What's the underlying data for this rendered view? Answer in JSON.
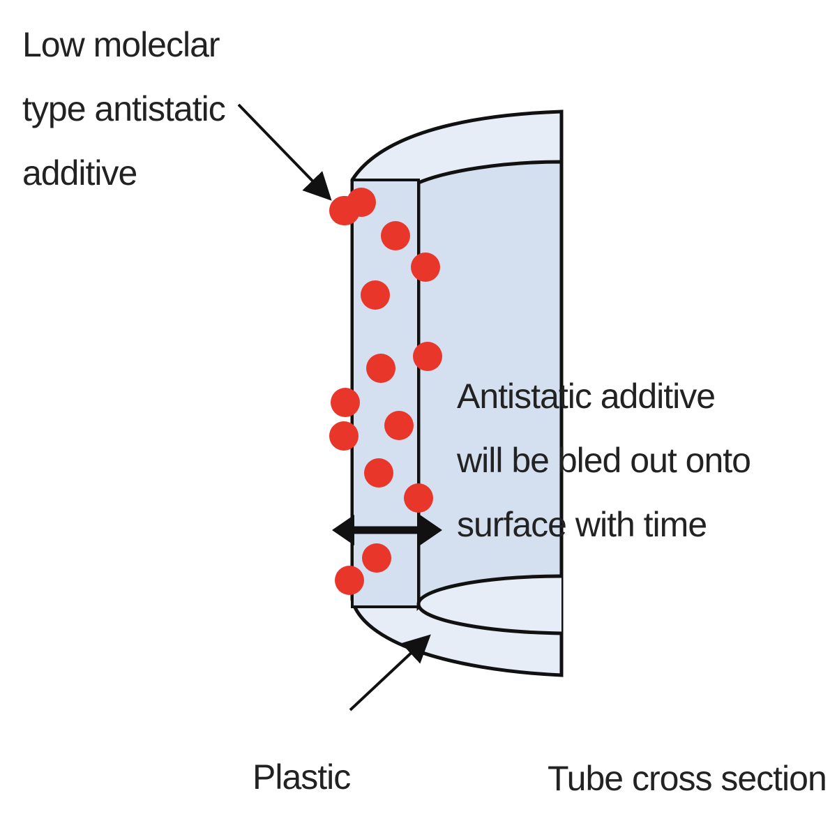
{
  "labels": {
    "additive_type": [
      "Low moleclar",
      "type antistatic",
      "additive"
    ],
    "bleed_note": [
      "Antistatic additive",
      "will be bled out onto",
      "surface with time"
    ],
    "material": "Plastic",
    "view": "Tube cross section"
  },
  "colors": {
    "wall_fill": "#d4e0ef",
    "rim_fill": "#e6edf6",
    "particle": "#e8362b",
    "outline": "#111111"
  },
  "particle_count": 15
}
